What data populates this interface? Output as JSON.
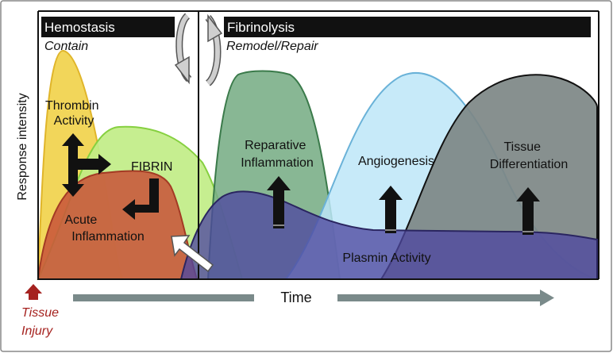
{
  "phases": {
    "hemostasis": {
      "title": "Hemostasis",
      "subtitle": "Contain"
    },
    "fibrinolysis": {
      "title": "Fibrinolysis",
      "subtitle": "Remodel/Repair"
    }
  },
  "axes": {
    "ylabel": "Response intensity",
    "xlabel": "Time"
  },
  "labels": {
    "thrombin": [
      "Thrombin",
      "Activity"
    ],
    "fibrin": "FIBRIN",
    "acute": [
      "Acute",
      "Inflammation"
    ],
    "reparative": [
      "Reparative",
      "Inflammation"
    ],
    "angiogenesis": "Angiogenesis",
    "tissue_diff": [
      "Tissue",
      "Differentiation"
    ],
    "plasmin": "Plasmin Activity"
  },
  "tissue_injury": [
    "Tissue",
    "Injury"
  ],
  "colors": {
    "thrombin": "#f2d65a",
    "fibrin": "#b8ea7c",
    "acute": "#c8563a",
    "reparative": "#77ad85",
    "angiogenesis": "#bde6f8",
    "tissue_diff": "#7d8786",
    "plasmin": "#4e48a0",
    "injury": "#a5221f",
    "time_arrow": "#7a8a8a"
  },
  "icons": [
    "cycle-arrows-icon",
    "up-arrow-icon",
    "double-arrow-icon",
    "bent-arrow-icon",
    "white-arrow-icon",
    "injury-arrow-icon"
  ]
}
